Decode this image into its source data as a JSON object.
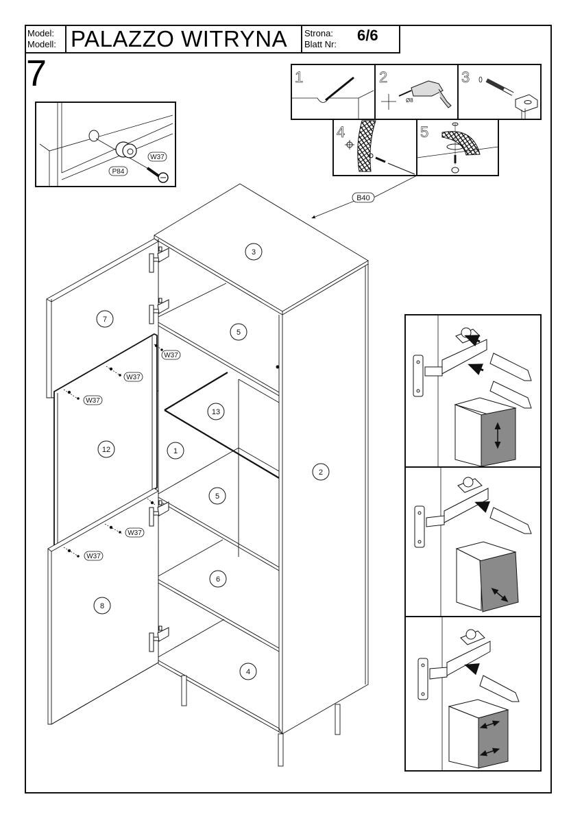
{
  "header": {
    "model_label_pl": "Model:",
    "model_label_de": "Modell:",
    "model_name": "PALAZZO WITRYNA",
    "page_label_pl": "Strona:",
    "page_label_de": "Blatt Nr:",
    "page_value": "6/6"
  },
  "step": {
    "number": "7"
  },
  "inset_panels": {
    "steps": [
      "1",
      "2",
      "3",
      "4",
      "5"
    ],
    "drill_size": "Ø8"
  },
  "detail_inset": {
    "parts": [
      "P84",
      "W37"
    ]
  },
  "fittings": {
    "b40": "B40",
    "w37": "W37"
  },
  "parts": {
    "p1": "1",
    "p2": "2",
    "p3": "3",
    "p4": "4",
    "p5a": "5",
    "p5b": "5",
    "p6": "6",
    "p7": "7",
    "p8": "8",
    "p12": "12",
    "p13": "13"
  },
  "colors": {
    "line": "#111111",
    "door_shade": "#8a8a8a"
  }
}
